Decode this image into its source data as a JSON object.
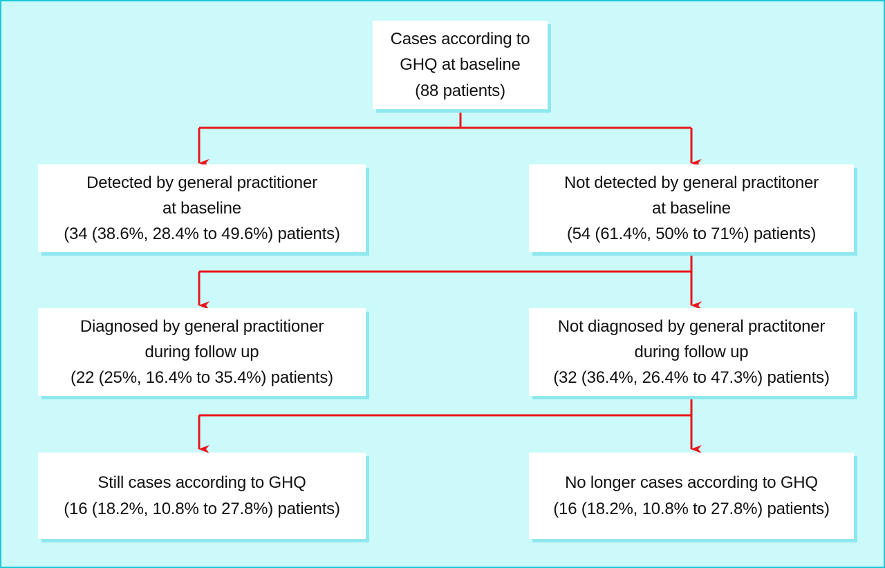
{
  "colors": {
    "background": "#ccfafa",
    "border": "#19c8d8",
    "box": "#ffffff",
    "box_shadow": "#8fe8ee",
    "arrow": "#e8151b",
    "text": "#111111"
  },
  "nodes": {
    "root": {
      "lines": [
        "Cases according to",
        "GHQ at baseline",
        "(88 patients)"
      ]
    },
    "detected": {
      "lines": [
        "Detected by general practitioner",
        "at baseline",
        "(34 (38.6%, 28.4% to 49.6%) patients)"
      ]
    },
    "not_detected": {
      "lines": [
        "Not detected by general practitoner",
        "at baseline",
        "(54 (61.4%, 50% to 71%) patients)"
      ]
    },
    "diagnosed": {
      "lines": [
        "Diagnosed by general practitioner",
        "during follow up",
        "(22 (25%, 16.4% to 35.4%) patients)"
      ]
    },
    "not_diagnosed": {
      "lines": [
        "Not diagnosed by general practitoner",
        "during follow up",
        "(32 (36.4%, 26.4% to 47.3%) patients)"
      ]
    },
    "still_cases": {
      "lines": [
        "Still cases according to GHQ",
        "(16 (18.2%, 10.8% to 27.8%) patients)"
      ]
    },
    "no_longer_cases": {
      "lines": [
        "No longer cases according to GHQ",
        "(16 (18.2%, 10.8% to 27.8%) patients)"
      ]
    }
  },
  "edges": [
    {
      "from": "root",
      "to": "detected"
    },
    {
      "from": "root",
      "to": "not_detected"
    },
    {
      "from": "not_detected",
      "to": "diagnosed"
    },
    {
      "from": "not_detected",
      "to": "not_diagnosed"
    },
    {
      "from": "not_diagnosed",
      "to": "still_cases"
    },
    {
      "from": "not_diagnosed",
      "to": "no_longer_cases"
    }
  ]
}
